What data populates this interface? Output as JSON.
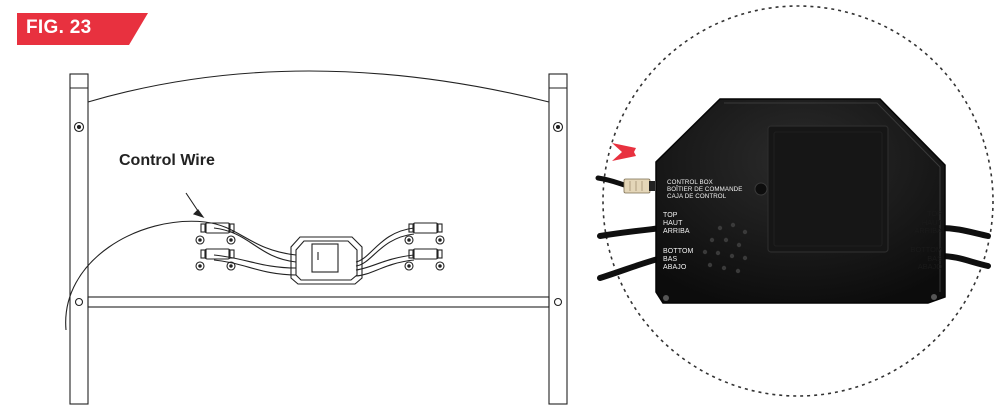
{
  "figure": {
    "label": "FIG. 23",
    "badge_color": "#e8313f"
  },
  "left_panel": {
    "callout": "Control Wire"
  },
  "detail": {
    "arrow_color": "#e8313f",
    "control_box_lines": [
      "CONTROL BOX",
      "BOÎTIER DE COMMANDE",
      "CAJA DE CONTROL"
    ],
    "left_top_lines": [
      "TOP",
      "HAUT",
      "ARRIBA"
    ],
    "left_bottom_lines": [
      "BOTTOM",
      "BAS",
      "ABAJO"
    ],
    "right_top_lines": [
      "TOP",
      "HAUT",
      "ARRIBA"
    ],
    "right_bottom_lines": [
      "BOTTOM",
      "BAS",
      "ABAJO"
    ]
  }
}
